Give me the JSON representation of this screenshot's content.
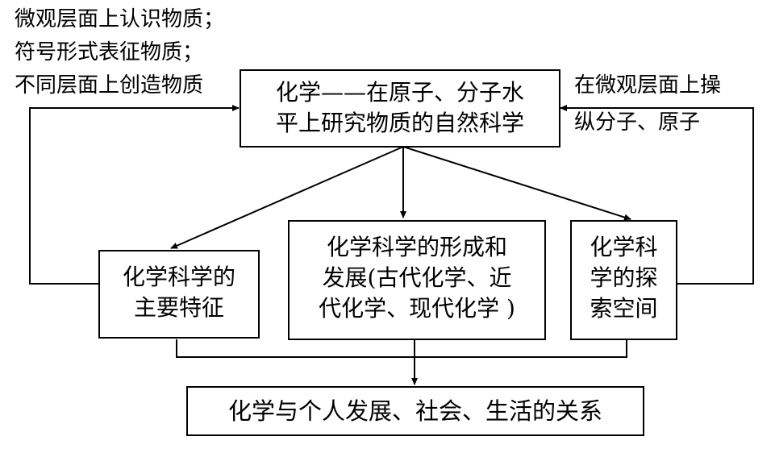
{
  "left_notes": [
    "微观层面上认识物质；",
    "符号形式表征物质；",
    "不同层面上创造物质"
  ],
  "right_note": [
    "在微观层面上操",
    "纵分子、原子"
  ],
  "top_box": [
    "化学——在原子、分子水",
    "平上研究物质的自然科学"
  ],
  "left_box": [
    "化学科学的",
    "主要特征"
  ],
  "middle_box": [
    "化学科学的形成和",
    "发展(古代化学、近",
    "代化学、现代化学 )"
  ],
  "right_box": [
    "化学科",
    "学的探",
    "索空间"
  ],
  "bottom_box": "化学与个人发展、社会、生活的关系"
}
